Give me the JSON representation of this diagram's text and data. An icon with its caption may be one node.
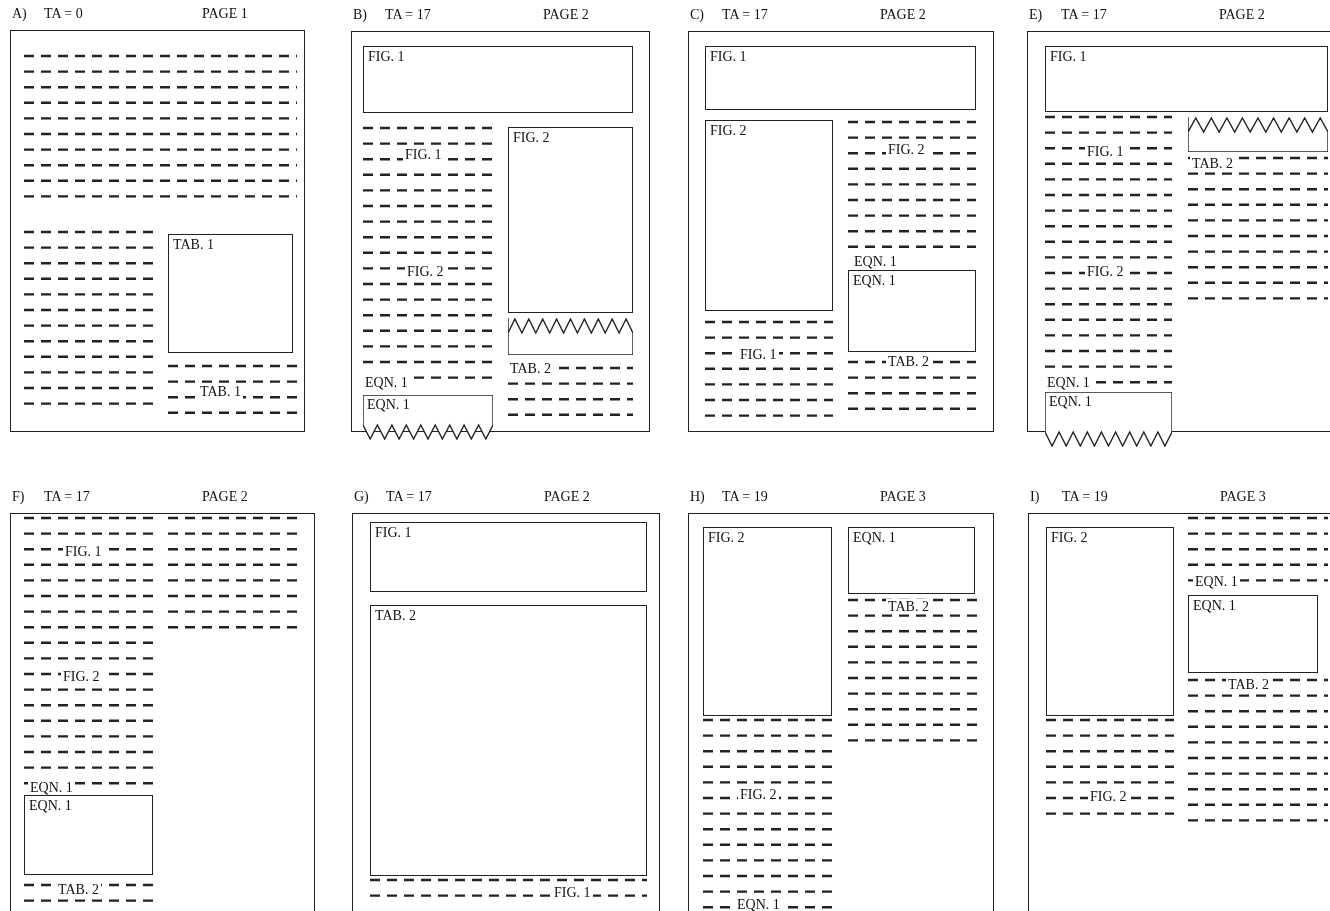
{
  "diagram": {
    "nodes": [
      {
        "text": [
          "A)",
          "TA = 0",
          "PAGE 1"
        ]
      },
      {
        "text": [
          "TAB. 1"
        ],
        "in": 0
      },
      {
        "text": [
          "B)",
          "TA = 17",
          "PAGE 2"
        ]
      },
      {
        "text": [
          "FIG. 1"
        ],
        "in": 2
      },
      {
        "text": [
          "FIG. 2"
        ],
        "in": 2
      },
      {
        "text": [],
        "shape": "box",
        "in": 2
      },
      {
        "text": [
          "EQN. 1"
        ]
      },
      {
        "text": [
          "C)",
          "TA = 17",
          "PAGE 2"
        ]
      },
      {
        "text": [
          "FIG. 1"
        ],
        "in": 7
      },
      {
        "text": [
          "FIG. 2"
        ],
        "in": 7
      },
      {
        "text": [
          "EQN. 1"
        ],
        "in": 7
      },
      {
        "text": [
          "E)",
          "TA = 17",
          "PAGE 2"
        ]
      },
      {
        "text": [
          "FIG. 1"
        ],
        "in": 11
      },
      {
        "text": [],
        "shape": "box",
        "in": 11
      },
      {
        "text": [
          "EQN. 1"
        ]
      },
      {
        "text": [
          "F)",
          "TA = 17",
          "PAGE 2"
        ]
      },
      {
        "text": [
          "EQN. 1"
        ],
        "in": 15
      },
      {
        "text": [
          "G)",
          "TA = 17",
          "PAGE 2"
        ]
      },
      {
        "text": [
          "FIG. 1"
        ],
        "in": 17
      },
      {
        "text": [
          "TAB. 2"
        ],
        "in": 17
      },
      {
        "text": [
          "H)",
          "TA = 19",
          "PAGE 3"
        ]
      },
      {
        "text": [
          "FIG. 2"
        ],
        "in": 20
      },
      {
        "text": [
          "EQN. 1"
        ],
        "in": 20
      },
      {
        "text": [
          "I)",
          "TA = 19",
          "PAGE 3"
        ]
      },
      {
        "text": [
          "FIG. 2"
        ],
        "in": 23
      },
      {
        "text": [
          "EQN. 1"
        ],
        "in": 23
      }
    ],
    "edges": [],
    "labels": [
      "TAB. 1",
      "FIG. 1",
      "FIG. 2",
      "TAB. 2",
      "EQN. 1",
      "FIG. 2",
      "EQN. 1",
      "FIG. 1",
      "TAB. 2",
      "FIG. 1",
      "TAB. 2",
      "FIG. 2",
      "EQN. 1",
      "FIG. 1",
      "FIG. 2",
      "EQN. 1",
      "TAB. 2",
      "FIG. 1",
      "TAB. 2",
      "FIG. 2",
      "EQN. 1",
      "EQN. 1",
      "TAB. 2",
      "FIG. 2"
    ]
  }
}
